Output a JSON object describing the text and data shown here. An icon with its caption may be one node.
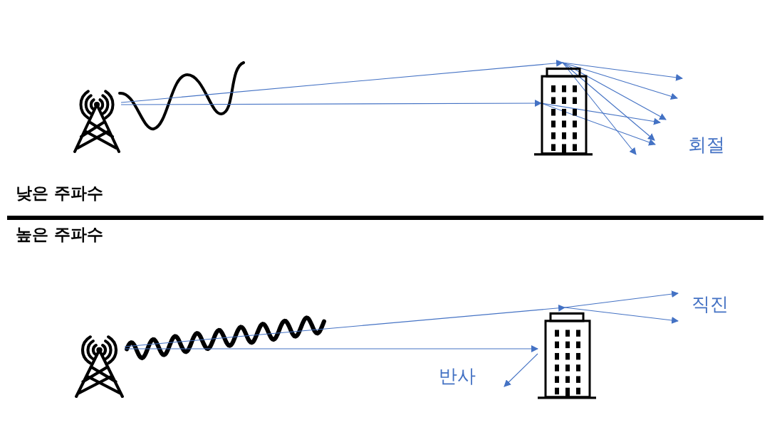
{
  "diagram": {
    "nodes": [
      {
        "text": [],
        "shape": "tower"
      },
      {
        "text": [],
        "shape": "building"
      },
      {
        "text": [],
        "shape": "tower"
      },
      {
        "text": [],
        "shape": "building"
      },
      {
        "text": [
          "직진"
        ]
      }
    ],
    "edges": [
      {
        "from": 0,
        "to": 1,
        "arrow": "to"
      },
      {
        "from": 0,
        "to": 1,
        "arrow": "to"
      },
      {
        "from": 1,
        "to": null,
        "arrow": "to"
      },
      {
        "from": 1,
        "to": null,
        "arrow": "to"
      },
      {
        "from": 1,
        "to": null,
        "arrow": "to"
      },
      {
        "from": 1,
        "to": null,
        "arrow": "to"
      },
      {
        "from": 1,
        "to": null,
        "arrow": "to"
      },
      {
        "from": 1,
        "to": null,
        "arrow": "to"
      },
      {
        "from": 1,
        "to": null,
        "arrow": "to"
      },
      {
        "from": 2,
        "to": 3,
        "arrow": "to"
      },
      {
        "from": 2,
        "to": 3,
        "arrow": "to"
      },
      {
        "from": 3,
        "to": 4,
        "arrow": "to"
      },
      {
        "from": 3,
        "to": 4,
        "arrow": "to"
      },
      {
        "from": 3,
        "to": null,
        "arrow": "to"
      }
    ],
    "labels": [
      "회절",
      "낮은 주파수",
      "높은 주파수",
      "반사"
    ]
  }
}
